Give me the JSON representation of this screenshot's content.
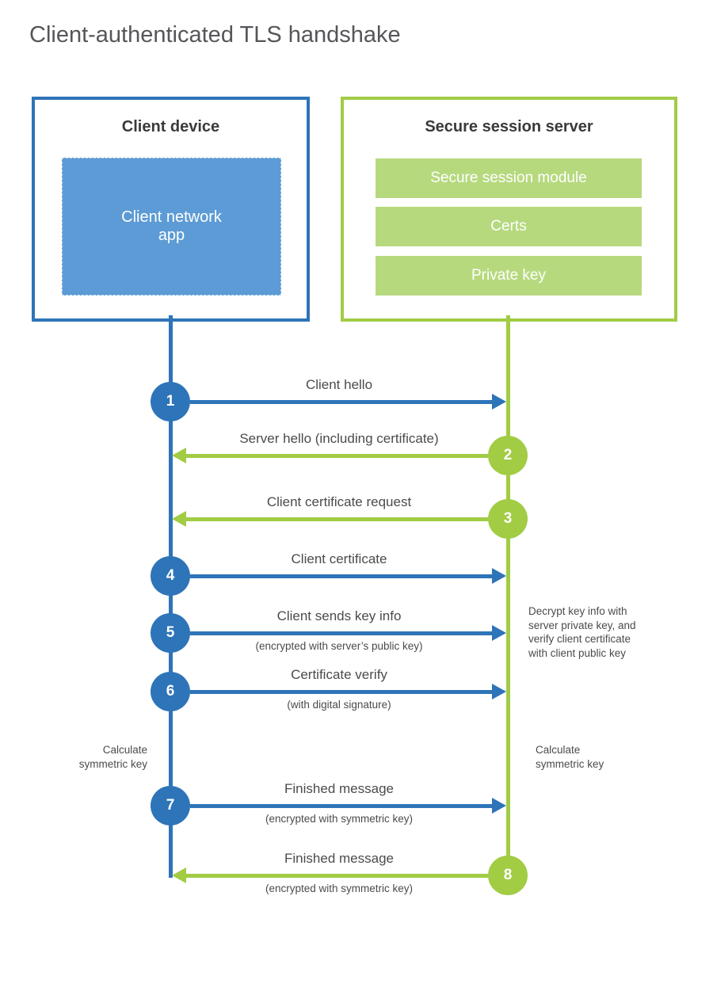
{
  "title": "Client-authenticated TLS handshake",
  "colors": {
    "blue": "#2e74b8",
    "blue_fill": "#5c9bd5",
    "green": "#a1cc44",
    "green_fill": "#b6d97e"
  },
  "client": {
    "title": "Client device",
    "module": "Client network\napp"
  },
  "server": {
    "title": "Secure session server",
    "modules": [
      "Secure session module",
      "Certs",
      "Private key"
    ]
  },
  "steps": [
    {
      "num": "1",
      "direction": "client-to-server",
      "label": "Client hello",
      "sub": ""
    },
    {
      "num": "2",
      "direction": "server-to-client",
      "label": "Server hello (including certificate)",
      "sub": ""
    },
    {
      "num": "3",
      "direction": "server-to-client",
      "label": "Client certificate request",
      "sub": ""
    },
    {
      "num": "4",
      "direction": "client-to-server",
      "label": "Client certificate",
      "sub": ""
    },
    {
      "num": "5",
      "direction": "client-to-server",
      "label": "Client sends key info",
      "sub": "(encrypted with server’s public key)"
    },
    {
      "num": "6",
      "direction": "client-to-server",
      "label": "Certificate verify",
      "sub": "(with digital signature)"
    },
    {
      "num": "7",
      "direction": "client-to-server",
      "label": "Finished message",
      "sub": "(encrypted with symmetric key)"
    },
    {
      "num": "8",
      "direction": "server-to-client",
      "label": "Finished message",
      "sub": "(encrypted with symmetric key)"
    }
  ],
  "notes": {
    "decrypt": "Decrypt key info with\nserver private key, and\nverify client certificate\nwith client public key",
    "calc_left": "Calculate\nsymmetric key",
    "calc_right": "Calculate\nsymmetric key"
  }
}
